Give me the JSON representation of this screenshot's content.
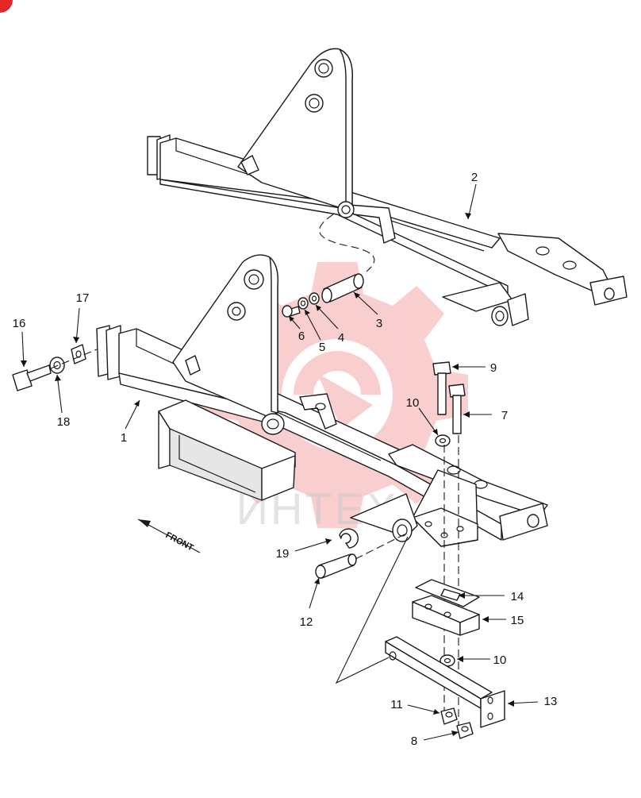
{
  "diagram": {
    "front_label": "FRONT",
    "watermark_text": "ИНТЕХ",
    "accent_color": "#e8262a",
    "callouts": [
      {
        "id": "c1",
        "label": "1"
      },
      {
        "id": "c2",
        "label": "2"
      },
      {
        "id": "c3",
        "label": "3"
      },
      {
        "id": "c4",
        "label": "4"
      },
      {
        "id": "c5",
        "label": "5"
      },
      {
        "id": "c6",
        "label": "6"
      },
      {
        "id": "c7",
        "label": "7"
      },
      {
        "id": "c8",
        "label": "8"
      },
      {
        "id": "c9",
        "label": "9"
      },
      {
        "id": "c10a",
        "label": "10"
      },
      {
        "id": "c10b",
        "label": "10"
      },
      {
        "id": "c11",
        "label": "11"
      },
      {
        "id": "c12",
        "label": "12"
      },
      {
        "id": "c13",
        "label": "13"
      },
      {
        "id": "c14",
        "label": "14"
      },
      {
        "id": "c15",
        "label": "15"
      },
      {
        "id": "c16",
        "label": "16"
      },
      {
        "id": "c17",
        "label": "17"
      },
      {
        "id": "c18",
        "label": "18"
      },
      {
        "id": "c19",
        "label": "19"
      }
    ]
  }
}
